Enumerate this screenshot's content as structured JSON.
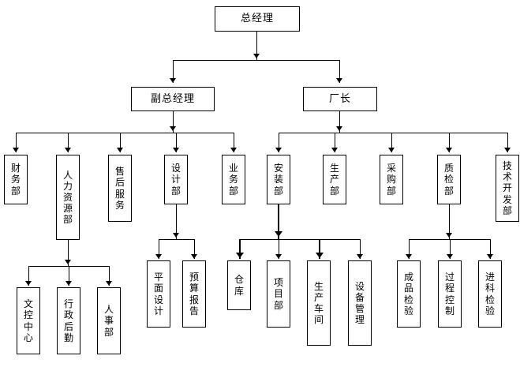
{
  "diagram": {
    "title_node": {
      "label": "总经理"
    },
    "level2": [
      {
        "id": "deputy-gm",
        "label": "副总经理"
      },
      {
        "id": "factory-director",
        "label": "厂长"
      }
    ],
    "level3_left": [
      {
        "id": "finance-dept",
        "label": "财务部"
      },
      {
        "id": "hr-dept",
        "label": "人力资源部"
      },
      {
        "id": "after-sales-service",
        "label": "售后服务"
      },
      {
        "id": "design-dept",
        "label": "设计部"
      },
      {
        "id": "business-dept",
        "label": "业务部"
      }
    ],
    "level3_right": [
      {
        "id": "installation-dept",
        "label": "安装部"
      },
      {
        "id": "production-dept",
        "label": "生产部"
      },
      {
        "id": "procurement-dept",
        "label": "采购部"
      },
      {
        "id": "quality-inspection-dept",
        "label": "质检部"
      },
      {
        "id": "technical-development-dept",
        "label": "技术开发部"
      }
    ],
    "level4_hr": [
      {
        "id": "document-control-center",
        "label": "文控中心"
      },
      {
        "id": "administration-logistics",
        "label": "行政后勤"
      },
      {
        "id": "personnel-dept",
        "label": "人事部"
      }
    ],
    "level4_design": [
      {
        "id": "graphic-design",
        "label": "平面设计"
      },
      {
        "id": "budget-report",
        "label": "预算报告"
      }
    ],
    "level4_installation": [
      {
        "id": "warehouse",
        "label": "仓库"
      },
      {
        "id": "project-dept",
        "label": "项目部"
      },
      {
        "id": "production-workshop",
        "label": "生产车间"
      },
      {
        "id": "equipment-management",
        "label": "设备管理"
      }
    ],
    "level4_quality": [
      {
        "id": "finished-product-inspection",
        "label": "成品检验"
      },
      {
        "id": "process-control",
        "label": "过程控制"
      },
      {
        "id": "incoming-inspection",
        "label": "进科检验"
      }
    ],
    "colors": {
      "line": "#000000",
      "box_fill": "#ffffff",
      "box_border": "#000000",
      "text": "#000000",
      "background": "#ffffff"
    }
  }
}
